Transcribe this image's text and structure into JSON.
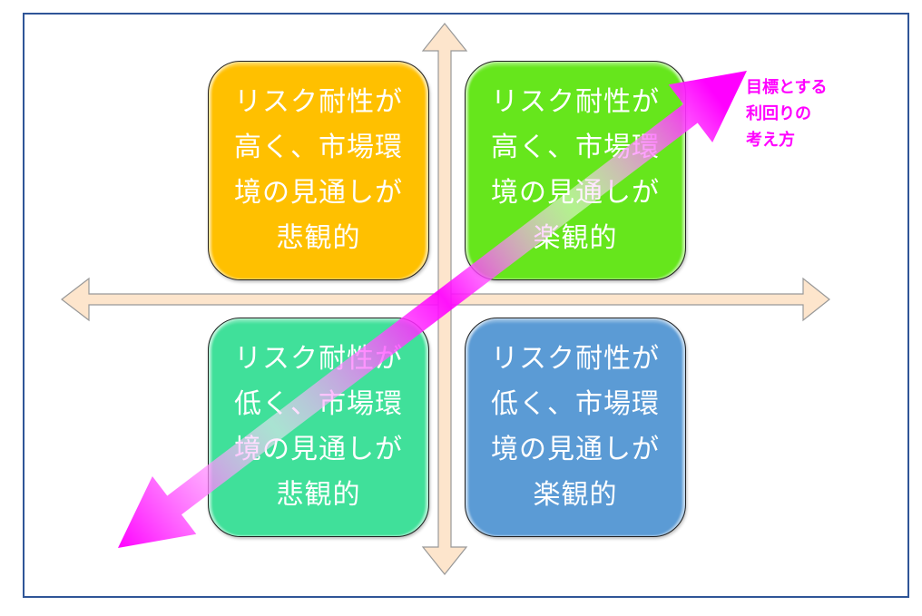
{
  "quadrants": {
    "top_left": {
      "lines": [
        "リスク耐性が",
        "高く、市場環",
        "境の見通しが",
        "悲観的"
      ],
      "color": "#ffc000"
    },
    "top_right": {
      "lines": [
        "リスク耐性が",
        "高く、市場環",
        "境の見通しが",
        "楽観的"
      ],
      "color": "#66e61c"
    },
    "bottom_left": {
      "lines": [
        "リスク耐性が",
        "低く、市場環",
        "境の見通しが",
        "悲観的"
      ],
      "color": "#40e09a"
    },
    "bottom_right": {
      "lines": [
        "リスク耐性が",
        "低く、市場環",
        "境の見通しが",
        "楽観的"
      ],
      "color": "#5b9bd5"
    }
  },
  "axes": {
    "fill_color": "#fde5cc",
    "stroke_color": "#999999"
  },
  "diagonal_arrow": {
    "label_lines": [
      "目標とする",
      "利回りの",
      "考え方"
    ],
    "color": "#ff00ff",
    "label_color": "#ff00ff"
  },
  "frame_color": "#2f5597"
}
